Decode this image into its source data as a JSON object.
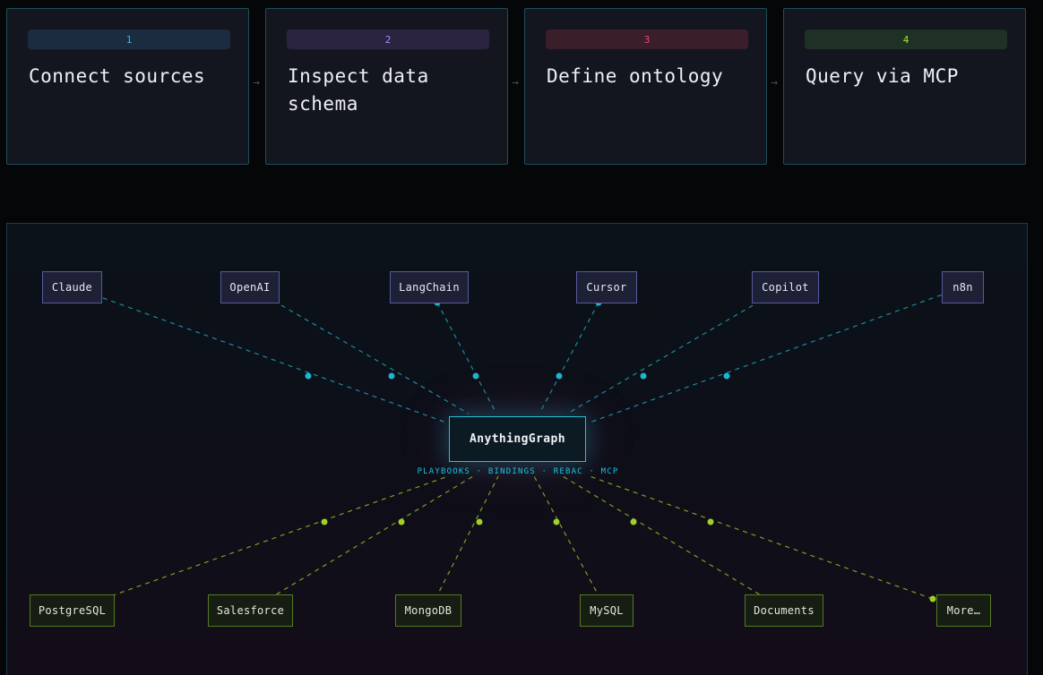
{
  "steps": [
    {
      "num": "1",
      "title": "Connect sources",
      "color": "#3ab8e8",
      "bg": "#1b2c40"
    },
    {
      "num": "2",
      "title": "Inspect data schema",
      "color": "#a78bfa",
      "bg": "#2a2440"
    },
    {
      "num": "3",
      "title": "Define ontology",
      "color": "#f0457a",
      "bg": "#3a1e2a"
    },
    {
      "num": "4",
      "title": "Query via MCP",
      "color": "#a3e635",
      "bg": "#1e3124"
    }
  ],
  "arrow_icon": "arrow-right-icon",
  "hub": {
    "label": "AnythingGraph",
    "subtitle": "PLAYBOOKS · BINDINGS · REBAC · MCP",
    "color": "#1fc2dd"
  },
  "clients": [
    {
      "label": "Claude"
    },
    {
      "label": "OpenAI"
    },
    {
      "label": "LangChain"
    },
    {
      "label": "Cursor"
    },
    {
      "label": "Copilot"
    },
    {
      "label": "n8n"
    }
  ],
  "sources": [
    {
      "label": "PostgreSQL"
    },
    {
      "label": "Salesforce"
    },
    {
      "label": "MongoDB"
    },
    {
      "label": "MySQL"
    },
    {
      "label": "Documents"
    },
    {
      "label": "More…"
    }
  ],
  "colors": {
    "client_edge": "#1fb5cf",
    "source_edge": "#9ed12a"
  }
}
